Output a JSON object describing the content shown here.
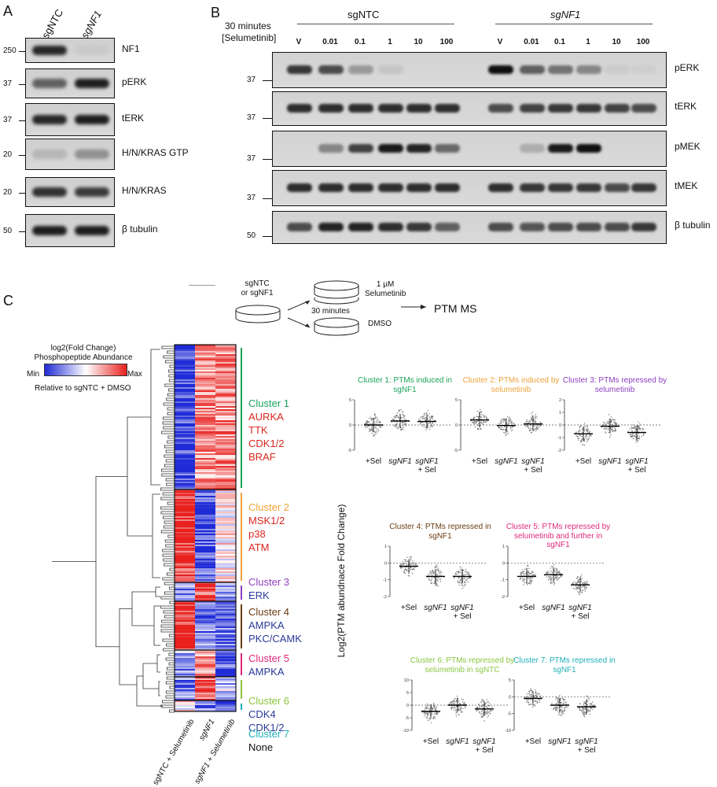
{
  "panelA": {
    "letter": "A",
    "lanes": [
      "sgNTC",
      "sgNF1"
    ],
    "blots": [
      {
        "label": "NF1",
        "mw": "250"
      },
      {
        "label": "pERK",
        "mw": "37"
      },
      {
        "label": "tERK",
        "mw": "37"
      },
      {
        "label": "H/N/KRAS GTP",
        "mw": "20"
      },
      {
        "label": "H/N/KRAS",
        "mw": "20"
      },
      {
        "label": "β tubulin",
        "mw": "50"
      }
    ]
  },
  "panelB": {
    "letter": "B",
    "time": "30 minutes",
    "drug": "[Selumetinib]",
    "group1": "sgNTC",
    "group2": "sgNF1",
    "doses": [
      "V",
      "0.01",
      "0.1",
      "1",
      "10",
      "100"
    ],
    "blots": [
      {
        "label": "pERK",
        "mw": "37"
      },
      {
        "label": "tERK",
        "mw": "37"
      },
      {
        "label": "pMEK",
        "mw": "37"
      },
      {
        "label": "tMEK",
        "mw": "37"
      },
      {
        "label": "β tubulin",
        "mw": "50"
      }
    ]
  },
  "panelC": {
    "letter": "C",
    "schematic": {
      "cells": "sgNTC",
      "cells2": "or sgNF1",
      "duration": "30 minutes",
      "treat_dose": "1 μM",
      "treat_drug": "Selumetinib",
      "control": "DMSO",
      "readout": "PTM MS"
    },
    "legend": {
      "title1": "log2(Fold Change)",
      "title2": "Phosphopeptide Abundance",
      "min": "Min",
      "max": "Max",
      "reference": "Relative to sgNTC + DMSO",
      "low_color": "#1f2bd6",
      "high_color": "#e8201e"
    },
    "heatmap_columns": [
      "sgNTC + Selumetinib",
      "sgNF1",
      "sgNF1 + Selumetinib"
    ],
    "clusters": [
      {
        "name": "Cluster 1",
        "color": "#1aa35a",
        "kinases": [
          "AURKA",
          "TTK",
          "CDK1/2",
          "BRAF"
        ],
        "kinase_color": "#d9271f"
      },
      {
        "name": "Cluster 2",
        "color": "#f0a23a",
        "kinases": [
          "MSK1/2",
          "p38",
          "ATM"
        ],
        "kinase_color": "#d9271f"
      },
      {
        "name": "Cluster 3",
        "color": "#8d3fbf",
        "kinases": [
          "ERK"
        ],
        "kinase_color": "#2a3a9a"
      },
      {
        "name": "Cluster 4",
        "color": "#6a3d12",
        "kinases": [
          "AMPKA",
          "PKC/CAMK"
        ],
        "kinase_color": "#2a3a9a"
      },
      {
        "name": "Cluster 5",
        "color": "#e0287a",
        "kinases": [
          "AMPKA"
        ],
        "kinase_color": "#2a3a9a"
      },
      {
        "name": "Cluster 6",
        "color": "#8cc63f",
        "kinases": [
          "CDK4",
          "CDK1/2"
        ],
        "kinase_color": "#2a3a9a"
      },
      {
        "name": "Cluster 7",
        "color": "#1fb0b8",
        "kinases": [
          "None"
        ],
        "kinase_color": "#111111"
      }
    ],
    "y_axis_label": "Log2(PTM abundnace Fold Change)",
    "mini_plots": [
      {
        "title": "Cluster 1: PTMs induced in sgNF1",
        "color": "#1aa35a",
        "yticks": [
          "5",
          "0",
          "-5"
        ],
        "groups": [
          "+Sel",
          "sgNF1",
          "sgNF1\n+ Sel"
        ],
        "medians": [
          0.0,
          0.8,
          0.7
        ]
      },
      {
        "title": "Cluster 2: PTMs induced by selumetinib",
        "color": "#f0a23a",
        "yticks": [
          "5",
          "0",
          "-5"
        ],
        "groups": [
          "+Sel",
          "sgNF1",
          "sgNF1\n+ Sel"
        ],
        "medians": [
          1.0,
          -0.1,
          0.2
        ]
      },
      {
        "title": "Cluster 3: PTMs repressed by selumetinib",
        "color": "#8d3fbf",
        "yticks": [
          "2",
          "1",
          "0",
          "-1",
          "-2"
        ],
        "groups": [
          "+Sel",
          "sgNF1",
          "sgNF1\n+ Sel"
        ],
        "medians": [
          -0.7,
          -0.1,
          -0.6
        ]
      },
      {
        "title": "Cluster 4: PTMs repressed in sgNF1",
        "color": "#6a3d12",
        "yticks": [
          "1",
          "0",
          "-1",
          "-2"
        ],
        "groups": [
          "+Sel",
          "sgNF1",
          "sgNF1\n+ Sel"
        ],
        "medians": [
          -0.2,
          -0.8,
          -0.8
        ]
      },
      {
        "title": "Cluster 5: PTMs repressed by selumetinib and further in sgNF1",
        "color": "#e0287a",
        "yticks": [
          "1",
          "0",
          "-1",
          "-2"
        ],
        "groups": [
          "+Sel",
          "sgNF1",
          "sgNF1\n+ Sel"
        ],
        "medians": [
          -0.8,
          -0.7,
          -1.3
        ]
      },
      {
        "title": "Cluster 6: PTMs repressed by selumetinib in sgNTC",
        "color": "#8cc63f",
        "yticks": [
          "10",
          "5",
          "0",
          "-5",
          "-10"
        ],
        "groups": [
          "+Sel",
          "sgNF1",
          "sgNF1\n+ Sel"
        ],
        "medians": [
          -2.5,
          0.0,
          -1.5
        ]
      },
      {
        "title": "Cluster 7: PTMs repressed in sgNF1",
        "color": "#1fb0b8",
        "yticks": [
          "5",
          "0",
          "-5",
          "-10"
        ],
        "groups": [
          "+Sel",
          "sgNF1",
          "sgNF1\n+ Sel"
        ],
        "medians": [
          -0.5,
          -2.5,
          -3.0
        ]
      }
    ]
  }
}
